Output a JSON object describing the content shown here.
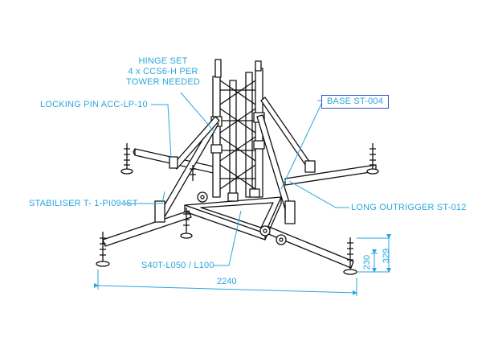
{
  "colors": {
    "callout": "#29a6dd",
    "box_border": "#3a4fd0",
    "structure": "#111111"
  },
  "callouts": {
    "hinge_set": [
      "HINGE SET",
      "4 x CCS6-H PER",
      "TOWER NEEDED"
    ],
    "base": "BASE ST-004",
    "locking_pin": "LOCKING PIN ACC-LP-10",
    "stabiliser": "STABILISER T- 1-PI094ST",
    "long_outrigger": "LONG OUTRIGGER ST-012",
    "section": "S40T-L050 / L100"
  },
  "dimensions": {
    "width": "2240",
    "height_low": "230",
    "height_high": "329"
  }
}
